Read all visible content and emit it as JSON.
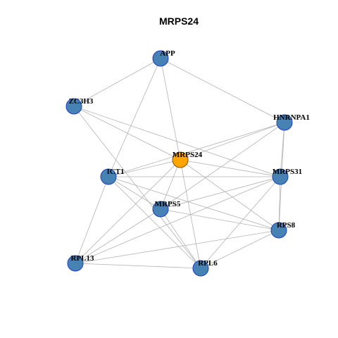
{
  "title": "MRPS24",
  "colors": {
    "node_fill": "#4682B4",
    "node_stroke": "#1E3FBF",
    "center_fill": "#FFA500",
    "center_stroke": "#8B4A00",
    "edge": "#B3B3B3"
  },
  "center": "MRPS24",
  "nodes": [
    "APP",
    "ZC3H3",
    "HNRNPA1",
    "MRPS24",
    "ICT1",
    "MRPS31",
    "MRPS5",
    "RPS8",
    "RPL13",
    "RPL6"
  ],
  "edges": [
    [
      "APP",
      "ZC3H3"
    ],
    [
      "APP",
      "HNRNPA1"
    ],
    [
      "APP",
      "MRPS24"
    ],
    [
      "APP",
      "ICT1"
    ],
    [
      "ZC3H3",
      "MRPS24"
    ],
    [
      "ZC3H3",
      "MRPS31"
    ],
    [
      "ZC3H3",
      "RPL6"
    ],
    [
      "HNRNPA1",
      "MRPS24"
    ],
    [
      "HNRNPA1",
      "MRPS31"
    ],
    [
      "HNRNPA1",
      "RPS8"
    ],
    [
      "HNRNPA1",
      "ICT1"
    ],
    [
      "HNRNPA1",
      "MRPS5"
    ],
    [
      "MRPS24",
      "ICT1"
    ],
    [
      "MRPS24",
      "MRPS31"
    ],
    [
      "MRPS24",
      "MRPS5"
    ],
    [
      "MRPS24",
      "RPS8"
    ],
    [
      "MRPS24",
      "RPL6"
    ],
    [
      "MRPS24",
      "RPL13"
    ],
    [
      "ICT1",
      "MRPS31"
    ],
    [
      "ICT1",
      "MRPS5"
    ],
    [
      "ICT1",
      "RPS8"
    ],
    [
      "ICT1",
      "RPL6"
    ],
    [
      "ICT1",
      "RPL13"
    ],
    [
      "MRPS31",
      "MRPS5"
    ],
    [
      "MRPS31",
      "RPS8"
    ],
    [
      "MRPS31",
      "RPL6"
    ],
    [
      "MRPS31",
      "RPL13"
    ],
    [
      "MRPS5",
      "RPS8"
    ],
    [
      "MRPS5",
      "RPL6"
    ],
    [
      "MRPS5",
      "RPL13"
    ],
    [
      "RPS8",
      "RPL6"
    ],
    [
      "RPS8",
      "RPL13"
    ],
    [
      "RPL13",
      "RPL6"
    ]
  ]
}
